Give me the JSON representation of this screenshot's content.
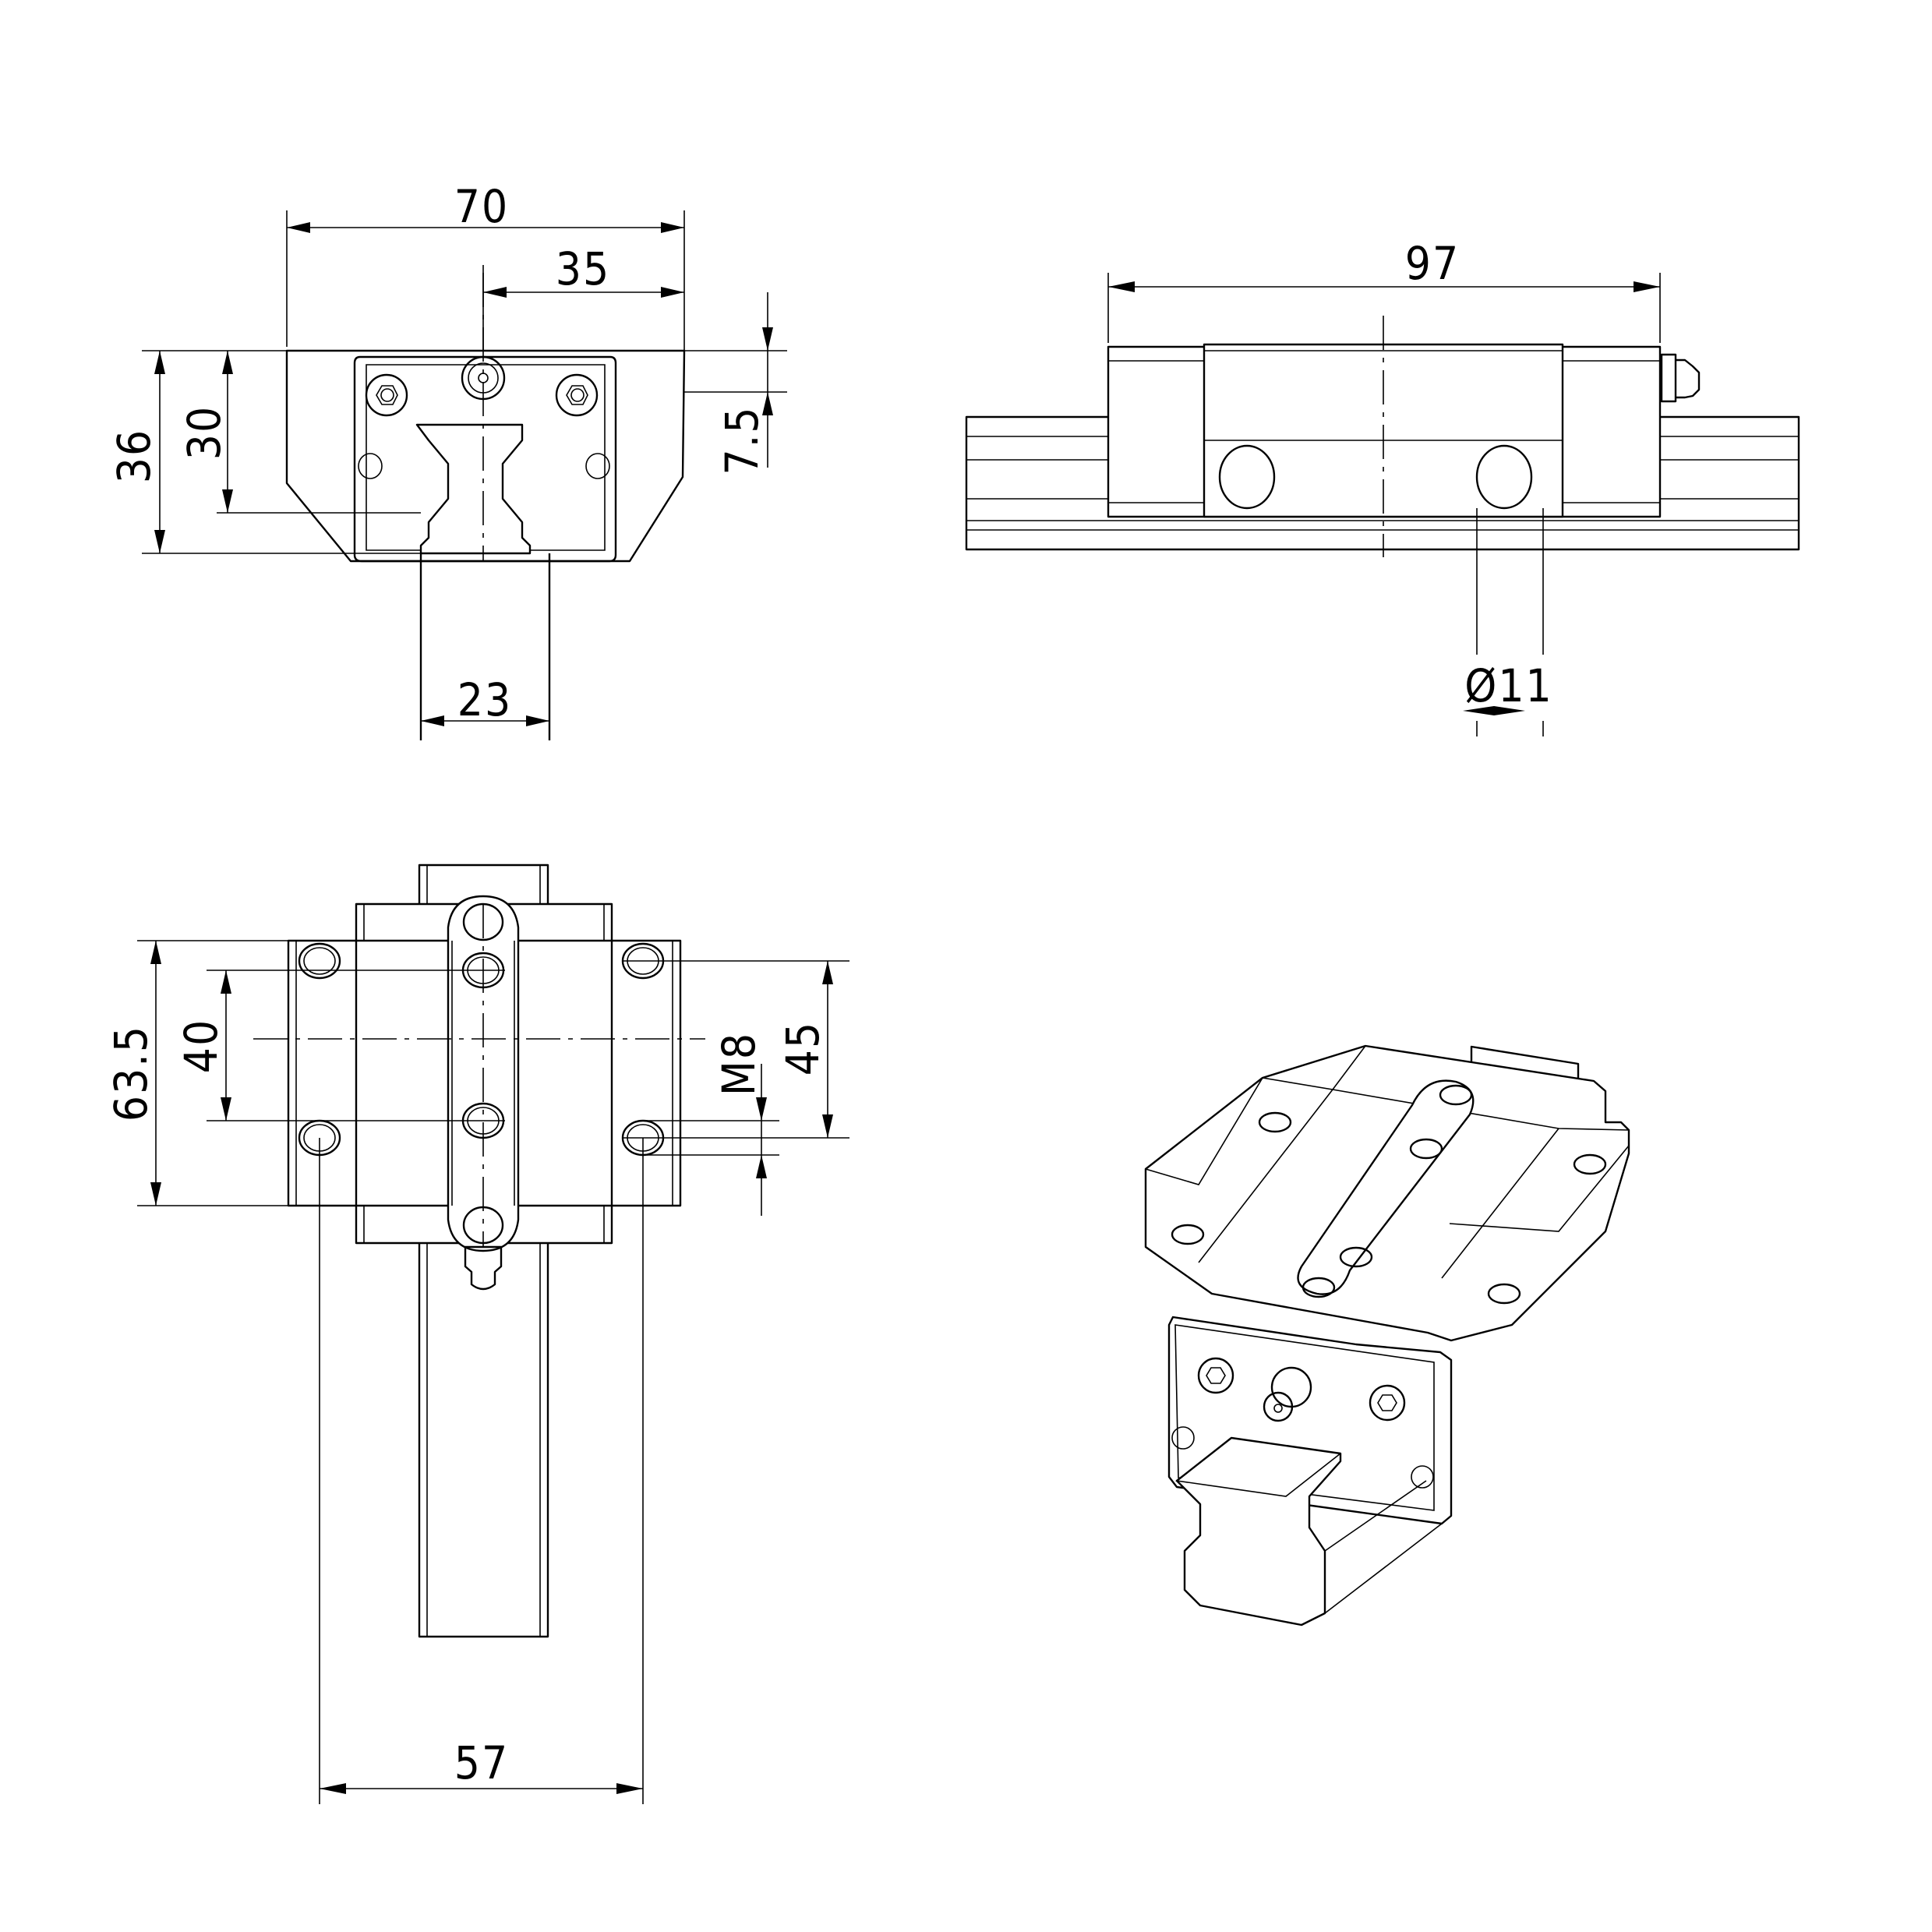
{
  "drawing": {
    "subject": "Linear guide carriage block on rail",
    "views": [
      "front",
      "side",
      "top",
      "isometric"
    ],
    "line_color": "#000000",
    "background": "#ffffff"
  },
  "front_view": {
    "dimensions": {
      "overall_width": "70",
      "half_width": "35",
      "overall_height": "36",
      "block_height": "30",
      "top_offset": "7.5",
      "rail_width": "23"
    }
  },
  "side_view": {
    "dimensions": {
      "block_length": "97",
      "hole_diameter": "Ø11"
    }
  },
  "top_view": {
    "dimensions": {
      "mount_length": "63.5",
      "inner_hole_pitch": "40",
      "outer_hole_pitch": "45",
      "thread": "M8",
      "hole_spacing_width": "57"
    }
  }
}
